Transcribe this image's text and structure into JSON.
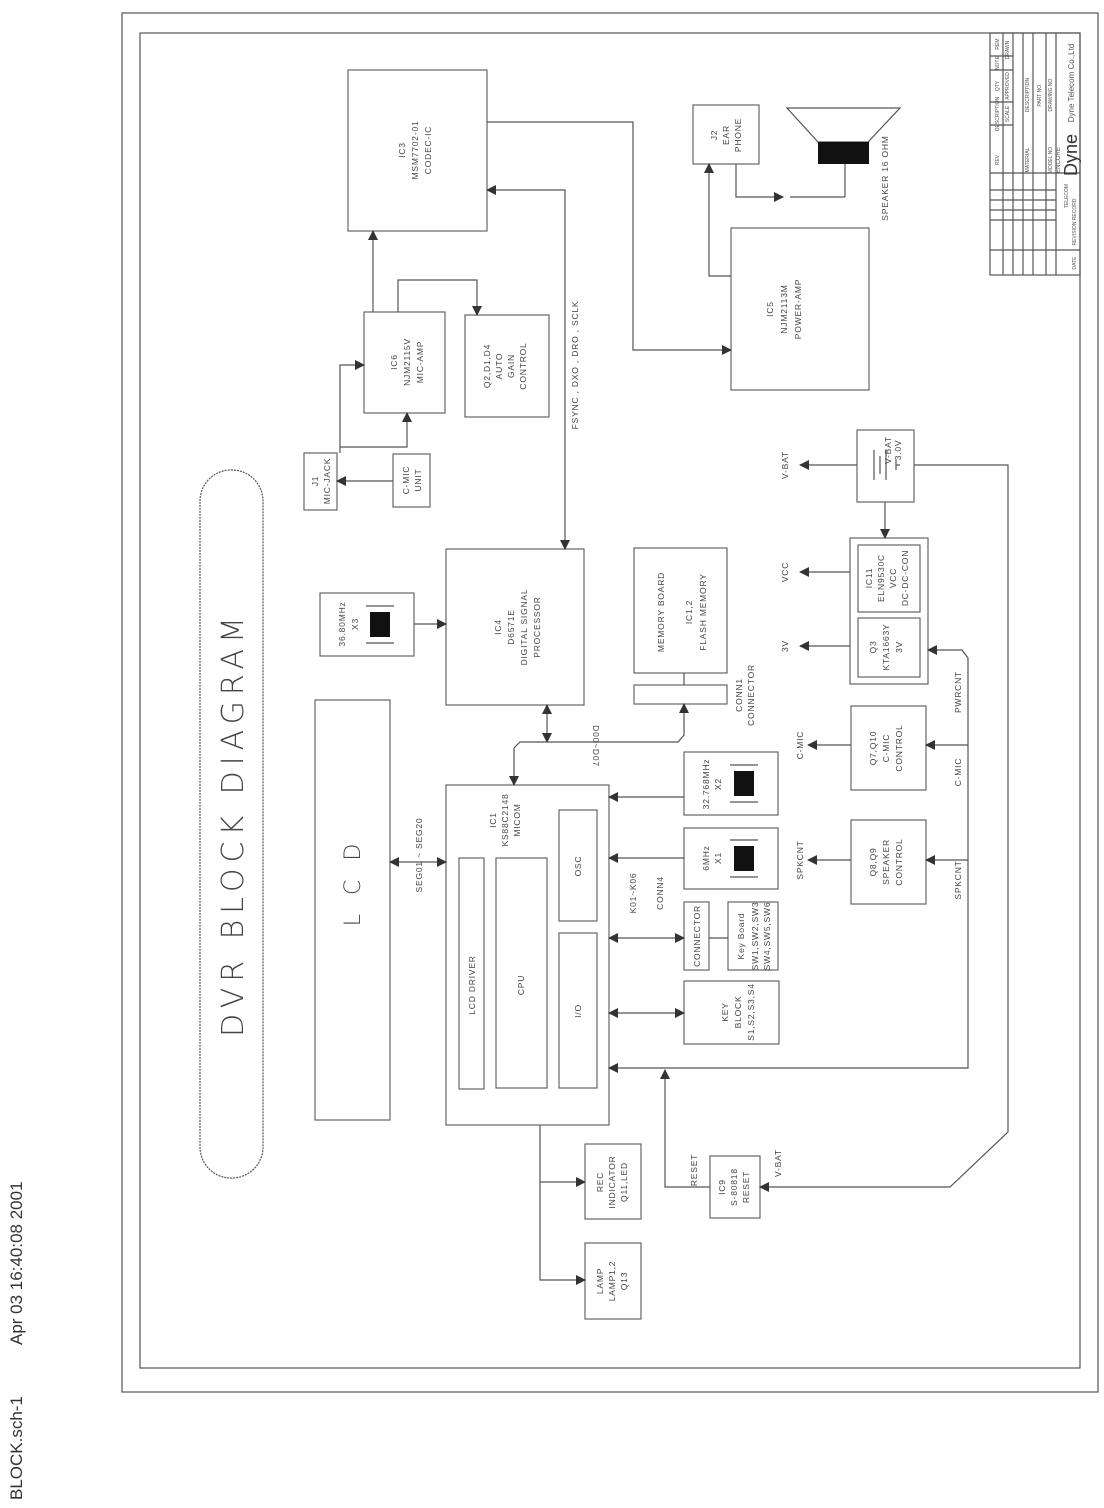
{
  "footer": {
    "file": "BLOCK.sch-1",
    "date": "Apr 03 16:40:08 2001"
  },
  "title": "DVR BLOCK DIAGRAM",
  "blocks": {
    "lcd": "L C D",
    "ic3": [
      "IC3",
      "MSM7702-01",
      "CODEC-IC"
    ],
    "ic6": [
      "IC6",
      "NJM2115V",
      "MIC-AMP"
    ],
    "agc": [
      "Q2,D1,D4",
      "AUTO",
      "GAIN",
      "CONTROL"
    ],
    "j1": [
      "J1",
      "MIC-JACK"
    ],
    "cmic_unit": [
      "C-MIC",
      "UNIT"
    ],
    "ic5": [
      "IC5",
      "NJM2113M",
      "POWER-AMP"
    ],
    "j2": [
      "J2",
      "EAR",
      "PHONE"
    ],
    "speaker": "SPEAKER 16 OHM",
    "vbat": [
      "V-BAT",
      "3.0V"
    ],
    "ic11": [
      "IC11",
      "ELN9530C",
      "VCC",
      "DC-DC-CON"
    ],
    "q3": [
      "Q3",
      "KTA1663Y",
      "3V"
    ],
    "q7": [
      "Q7,Q10",
      "C-MIC",
      "CONTROL"
    ],
    "q8": [
      "Q8,Q9",
      "SPEAKER",
      "CONTROL"
    ],
    "ic4": [
      "IC4",
      "D6571E",
      "DIGITAL SIGNAL",
      "PROCESSOR"
    ],
    "x3": [
      "36.80MHz",
      "X3"
    ],
    "memory": [
      "MEMORY BOARD",
      "IC1,2",
      "FLASH MEMORY"
    ],
    "conn1": [
      "CONN1",
      "CONNECTOR"
    ],
    "ic1": [
      "IC1",
      "KS88C2148",
      "MICOM"
    ],
    "lcd_driver": "LCD DRIVER",
    "cpu": "CPU",
    "osc": "OSC",
    "io": "I/O",
    "x2": [
      "32.768MHz",
      "X2"
    ],
    "x1": [
      "6MHz",
      "X1"
    ],
    "connector": "CONNECTOR",
    "keyboard": [
      "Key Board",
      "SW1,SW2,SW3",
      "SW4,SW5,SW6"
    ],
    "keyblock": [
      "KEY",
      "BLOCK",
      "S1,S2,S3,S4"
    ],
    "rec": [
      "REC",
      "INDICATOR",
      "Q11,LED"
    ],
    "lamp": [
      "LAMP",
      "LAMP1,2",
      "Q13"
    ],
    "ic9": [
      "IC9",
      "S-80818",
      "RESET"
    ]
  },
  "signals": {
    "bus": "FSYNC , DXO , DRO , SCLK",
    "vbat_out": "V-BAT",
    "vcc_out": "VCC",
    "v3_out": "3V",
    "cmic_out": "C-MIC",
    "spkcnt_out": "SPKCNT",
    "pwrcnt": "PWRCNT",
    "cmic_in": "C-MIC",
    "spkcnt_in": "SPKCNT",
    "data_bus": "D00~D07",
    "seg": "SEG01 ~ SEG20",
    "keys": "K01~K06",
    "conn4": "CONN4",
    "reset": "RESET",
    "vbat_reset": "V-BAT"
  },
  "title_block": {
    "rev": "REV",
    "description": "DESCRIPTION",
    "qty": "QTY",
    "note": "NOTE",
    "rem": "REM",
    "scale": "SCALE",
    "approved": "APPROVED",
    "drawn": "DRAWN",
    "material": "MATERIAL",
    "desc2": "DESCRIPTION",
    "part_no": "PART NO.",
    "model_no": "MODEL NO",
    "model": "ENCORE",
    "drawing_no": "DRAWING NO",
    "brand_small": "TELECOM",
    "logo": "Dyne",
    "company": "Dyne Telecom Co.,Ltd",
    "date": "DATE",
    "revision_record": "REVISION RECORD"
  }
}
